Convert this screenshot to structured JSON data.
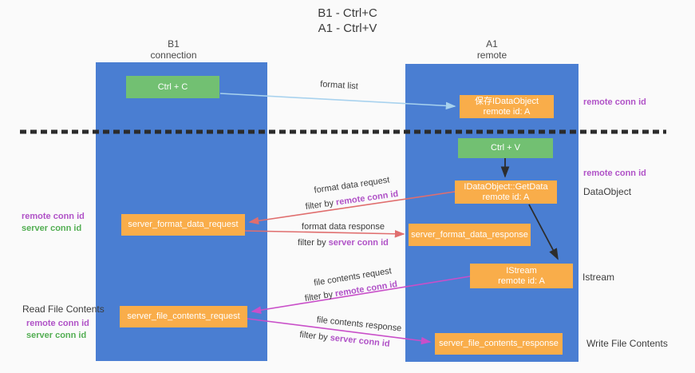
{
  "title": {
    "line1": "B1 - Ctrl+C",
    "line2": "A1 - Ctrl+V"
  },
  "lanes": {
    "left": {
      "header_line1": "B1",
      "header_line2": "connection"
    },
    "right": {
      "header_line1": "A1",
      "header_line2": "remote"
    }
  },
  "nodes": {
    "ctrl_c": {
      "label": "Ctrl + C"
    },
    "ctrl_v": {
      "label": "Ctrl + V"
    },
    "save_idataobject": {
      "line1": "保存IDataObject",
      "line2": "remote id: A"
    },
    "idataobject_getdata": {
      "line1": "IDataObject::GetData",
      "line2": "remote id: A"
    },
    "istream": {
      "line1": "IStream",
      "line2": "remote id: A"
    },
    "server_format_data_request": {
      "label": "server_format_data_request"
    },
    "server_format_data_response": {
      "label": "server_format_data_response"
    },
    "server_file_contents_request": {
      "label": "server_file_contents_request"
    },
    "server_file_contents_response": {
      "label": "server_file_contents_response"
    }
  },
  "annotations": {
    "right_remote_conn_id_top": "remote conn id",
    "right_remote_conn_id_mid": "remote conn id",
    "right_dataobject": "DataObject",
    "right_istream": "Istream",
    "right_write_file_contents": "Write File Contents",
    "left_remote_conn_id_1": "remote conn id",
    "left_server_conn_id_1": "server conn id",
    "left_read_file_contents": "Read File Contents",
    "left_remote_conn_id_2": "remote conn id",
    "left_server_conn_id_2": "server conn id"
  },
  "arrow_labels": {
    "format_list": "format list",
    "format_data_request": "format data request",
    "format_data_response": "format data response",
    "file_contents_request": "file contents request",
    "file_contents_response": "file contents response",
    "filter_by_prefix": "filter by ",
    "remote_conn_id": "remote conn id",
    "server_conn_id": "server conn id"
  },
  "colors": {
    "background": "#fafafa",
    "lane_blue": "#4a7ed2",
    "node_green": "#72c072",
    "node_orange": "#f9ad4a",
    "arrow_light_blue": "#a8d2ee",
    "arrow_red": "#e06e6e",
    "arrow_magenta": "#c94fc9",
    "arrow_black": "#2d2d2d",
    "text_purple": "#b052c7",
    "text_green": "#53ae53",
    "text_dark": "#3c3c3c"
  }
}
